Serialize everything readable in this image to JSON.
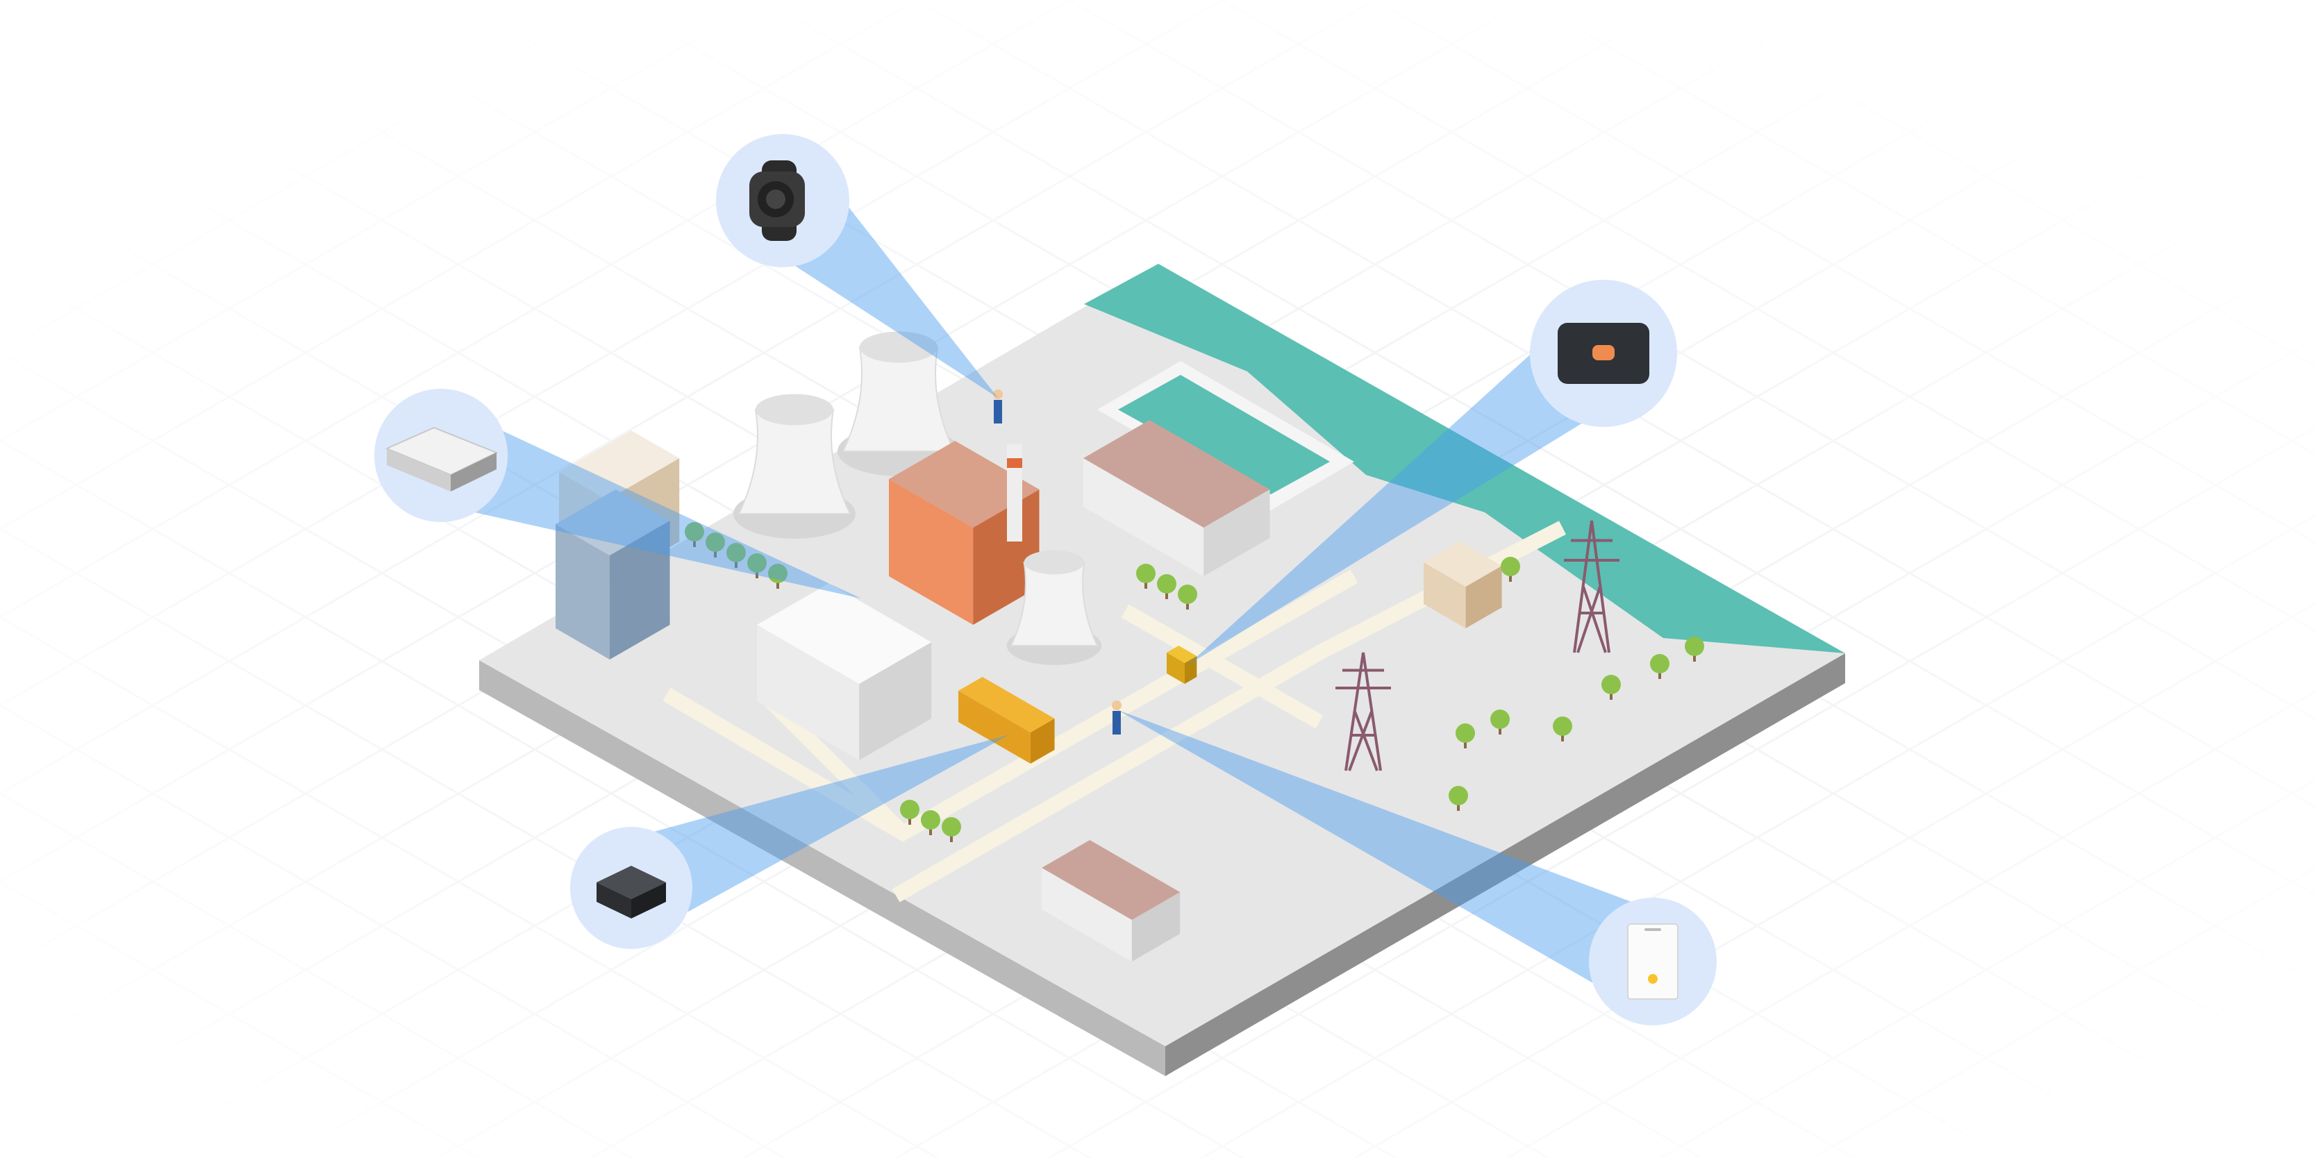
{
  "colors": {
    "background": "#ffffff",
    "grid": "#e9ecef",
    "platform_top": "#e6e6e6",
    "platform_side_left": "#b9b9b9",
    "platform_side_right": "#8e8e8e",
    "water": "#5bbfb3",
    "beam": "#4a9cf0",
    "device_halo": "#dbe8fb",
    "road": "#f7f2e2",
    "tree": "#8cc24a",
    "pylon": "#8a5a6e"
  },
  "devices": [
    {
      "id": "smartwatch",
      "icon": "smartwatch-icon"
    },
    {
      "id": "gateway",
      "icon": "router-icon"
    },
    {
      "id": "tracker",
      "icon": "tracker-icon"
    },
    {
      "id": "hub",
      "icon": "hub-box-icon"
    },
    {
      "id": "badge",
      "icon": "id-badge-icon"
    }
  ]
}
